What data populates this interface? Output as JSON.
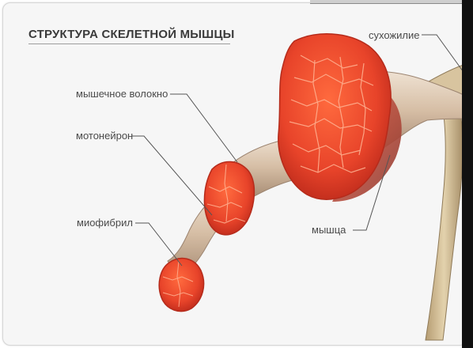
{
  "title": "СТРУКТУРА СКЕЛЕТНОЙ МЫШЦЫ",
  "labels": {
    "tendon": "сухожилие",
    "muscle_fiber": "мышечное волокно",
    "motor_neuron": "мотонейрон",
    "myofibril": "миофибрил",
    "muscle": "мышца"
  },
  "colors": {
    "fiber_red": "#e8462a",
    "tendon_beige": "#d9c3a8",
    "bone_tan": "#cbb48a",
    "text": "#4a4a4a"
  }
}
